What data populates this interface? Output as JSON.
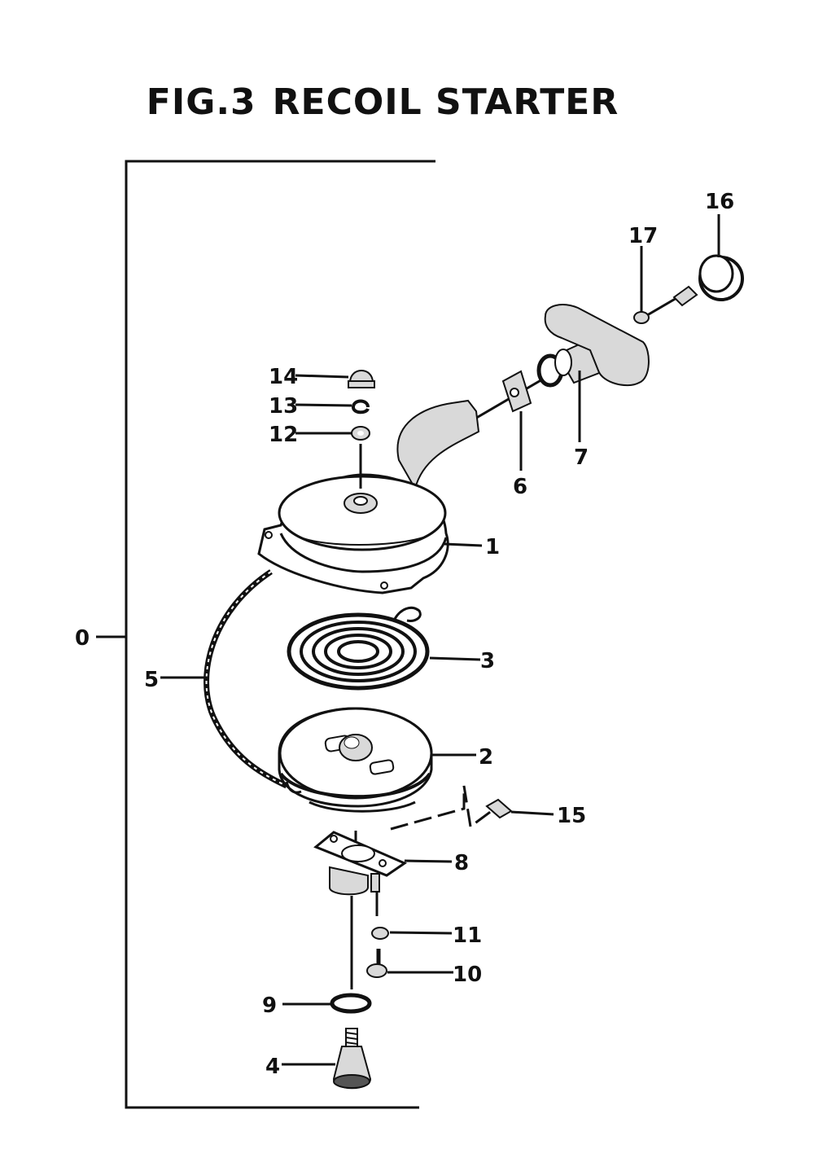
{
  "title": {
    "prefix": "FIG.3",
    "name": "RECOIL STARTER"
  },
  "labels": {
    "p0": "0",
    "p1": "1",
    "p2": "2",
    "p3": "3",
    "p4": "4",
    "p5": "5",
    "p6": "6",
    "p7": "7",
    "p8": "8",
    "p9": "9",
    "p10": "10",
    "p11": "11",
    "p12": "12",
    "p13": "13",
    "p14": "14",
    "p15": "15",
    "p16": "16",
    "p17": "17"
  }
}
